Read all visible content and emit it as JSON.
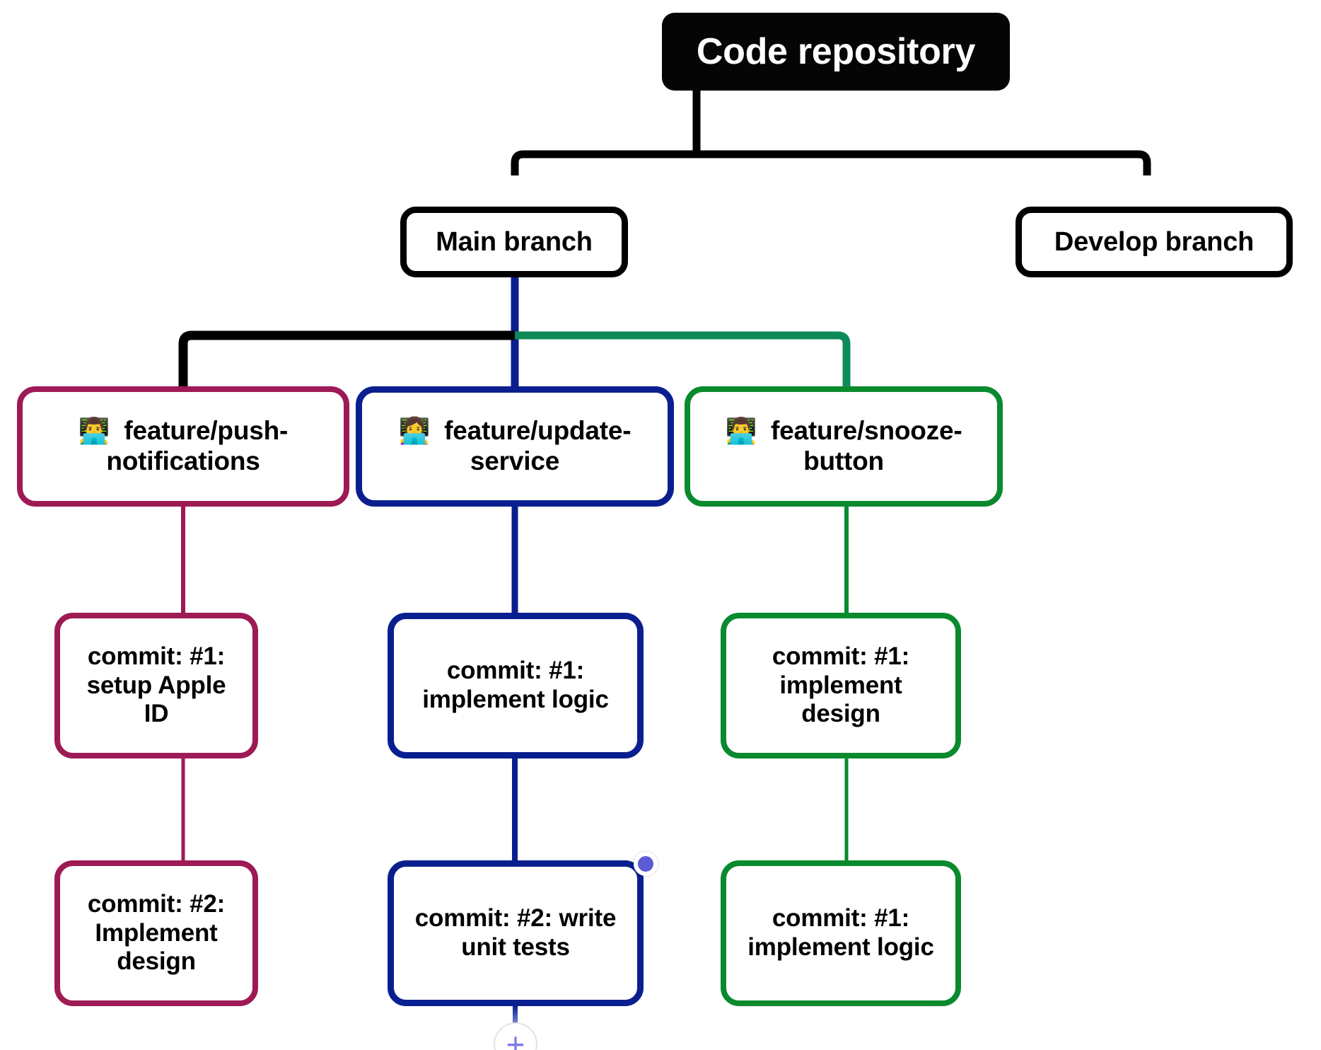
{
  "diagram": {
    "title": "Code repository branching tree",
    "background": "#ffffff",
    "colors": {
      "root_fill": "#050505",
      "root_text": "#ffffff",
      "branch_border": "#000000",
      "crimson": "#9E1A55",
      "navy": "#0A1F8F",
      "green": "#0A8A2E",
      "teal_link": "#0E8A5A",
      "selection": "#5B5BD6",
      "add_button": "#7B7BE8"
    },
    "root": {
      "id": "code-repository",
      "label": "Code repository"
    },
    "branches": [
      {
        "id": "main-branch",
        "label": "Main branch"
      },
      {
        "id": "develop-branch",
        "label": "Develop branch"
      }
    ],
    "features": [
      {
        "id": "feature-push-notifications",
        "emoji": "👨‍💻",
        "emoji_name": "man-technologist-emoji",
        "label": "feature/push-notifications",
        "color": "#9E1A55",
        "commits": [
          {
            "id": "push-commit-1",
            "label": "commit: #1: setup Apple ID"
          },
          {
            "id": "push-commit-2",
            "label": "commit: #2: Implement design"
          }
        ]
      },
      {
        "id": "feature-update-service",
        "emoji": "👩‍💻",
        "emoji_name": "woman-technologist-emoji",
        "label": "feature/update-service",
        "color": "#0A1F8F",
        "commits": [
          {
            "id": "update-commit-1",
            "label": "commit: #1: implement logic"
          },
          {
            "id": "update-commit-2",
            "label": "commit: #2: write unit tests",
            "selected": true
          }
        ]
      },
      {
        "id": "feature-snooze-button",
        "emoji": "👨‍💻",
        "emoji_name": "man-technologist-emoji",
        "label": "feature/snooze-button",
        "color": "#0A8A2E",
        "commits": [
          {
            "id": "snooze-commit-1",
            "label": "commit: #1: implement design"
          },
          {
            "id": "snooze-commit-2",
            "label": "commit: #1: implement logic"
          }
        ]
      }
    ],
    "controls": {
      "add_child_label": "+",
      "selection_handle_label": ""
    }
  }
}
